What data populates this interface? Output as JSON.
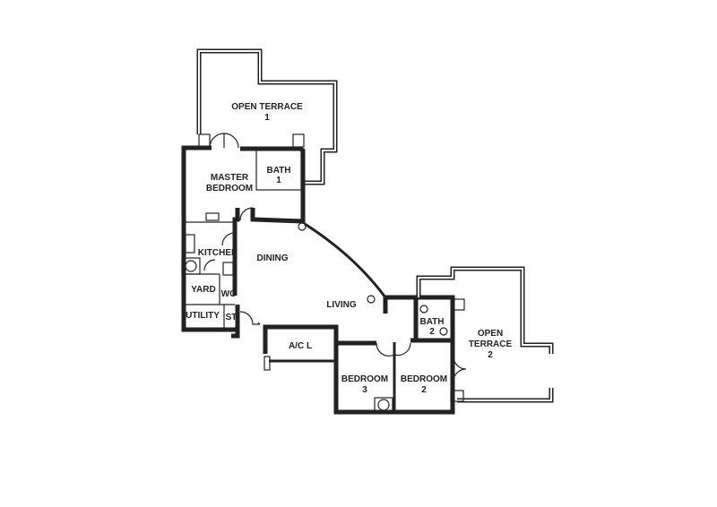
{
  "rooms": {
    "open_terrace_1": [
      "OPEN TERRACE",
      "1"
    ],
    "bath_1": [
      "BATH",
      "1"
    ],
    "master_bedroom": [
      "MASTER",
      "BEDROOM"
    ],
    "kitchen": "KITCHEN",
    "dining": "DINING",
    "yard": "YARD",
    "wc": "WC",
    "utility": "UTILITY",
    "store": "ST",
    "living": "LIVING",
    "ac_ledge": "A/C L",
    "bath_2": [
      "BATH",
      "2"
    ],
    "open_terrace_2": [
      "OPEN",
      "TERRACE",
      "2"
    ],
    "bedroom_3": [
      "BEDROOM",
      "3"
    ],
    "bedroom_2": [
      "BEDROOM",
      "2"
    ]
  }
}
